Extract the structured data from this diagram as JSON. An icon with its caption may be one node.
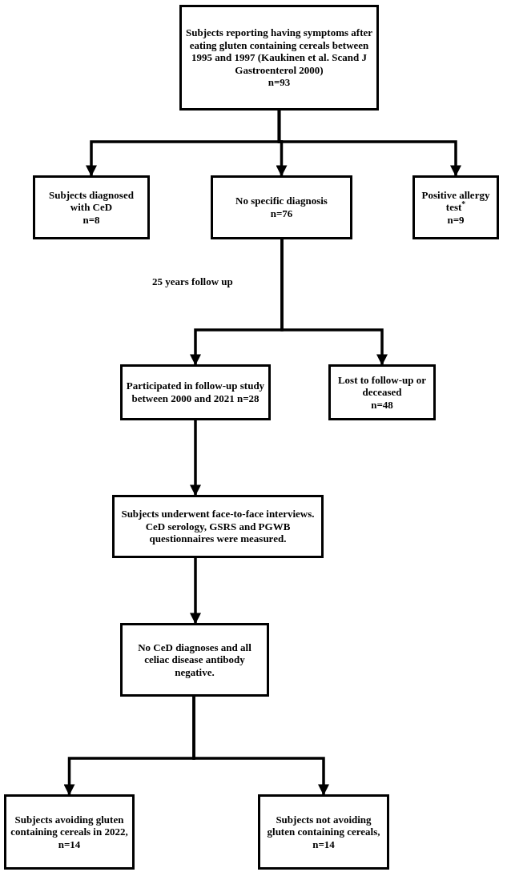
{
  "diagram": {
    "nodes": [
      {
        "text": [
          "Subjects reporting having symptoms after eating gluten containing cereals between 1995 and 1997 (Kaukinen et al. Scand J Gastroenterol 2000)",
          "n=93"
        ]
      },
      {
        "text": [
          "Subjects diagnosed with CeD",
          "n=8"
        ]
      },
      {
        "text": [
          "No specific diagnosis",
          "n=76"
        ]
      },
      {
        "text": [
          "Positive allergy test$^{*}$",
          "n=9"
        ]
      },
      {
        "text": [
          "Participated in follow-up study between 2000 and 2021 n=28"
        ]
      },
      {
        "text": [
          "Lost to follow-up or deceased",
          "n=48"
        ]
      },
      {
        "text": [
          "Subjects underwent face-to-face interviews. CeD serology, GSRS and PGWB questionnaires were measured."
        ]
      },
      {
        "text": [
          "No CeD diagnoses and all celiac disease antibody negative."
        ]
      },
      {
        "text": [
          "Subjects avoiding gluten containing cereals in 2022,",
          "n=14"
        ]
      },
      {
        "text": [
          "Subjects not avoiding gluten containing cereals,",
          "n=14"
        ]
      }
    ],
    "edges": [
      {
        "from": 0,
        "to": 1,
        "arrow": "to"
      },
      {
        "from": 0,
        "to": 2,
        "arrow": "to"
      },
      {
        "from": 0,
        "to": 3,
        "arrow": "to"
      },
      {
        "from": 2,
        "to": 4,
        "arrow": "to"
      },
      {
        "from": 2,
        "to": 5,
        "arrow": "to"
      },
      {
        "from": 4,
        "to": 6,
        "arrow": "to"
      },
      {
        "from": 6,
        "to": 7,
        "arrow": "to"
      },
      {
        "from": 7,
        "to": 8,
        "arrow": "to"
      },
      {
        "from": 7,
        "to": 9,
        "arrow": "to"
      }
    ],
    "labels": [
      "25 years follow up"
    ]
  }
}
